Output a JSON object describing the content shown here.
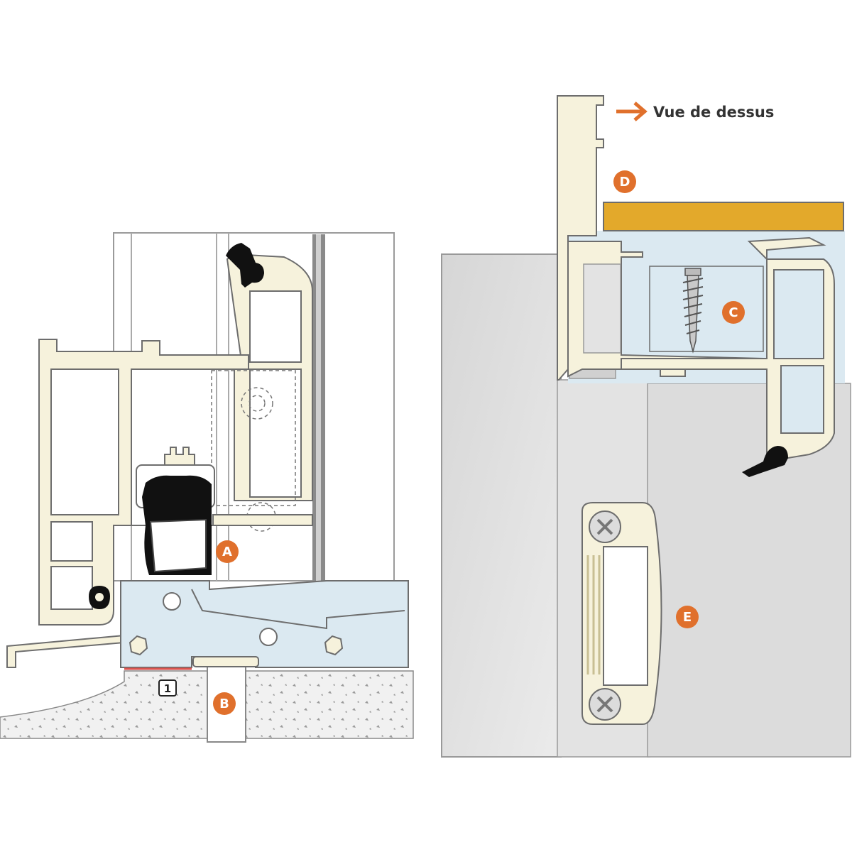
{
  "diagram": {
    "caption": "Vue de dessus",
    "markers": [
      {
        "id": "A",
        "label": "A"
      },
      {
        "id": "B",
        "label": "B"
      },
      {
        "id": "C",
        "label": "C"
      },
      {
        "id": "D",
        "label": "D"
      },
      {
        "id": "E",
        "label": "E"
      }
    ],
    "box_marker": {
      "label": "1"
    },
    "colors": {
      "marker_orange": "#e0702c",
      "profile_fill": "#f6f2dc",
      "profile_stroke": "#6d6d6d",
      "glass": "#dbe9f1",
      "wall": "#dcdcdc",
      "wood": "#e3a92b",
      "gasket": "#111111",
      "concrete": "#eeeeee"
    }
  }
}
